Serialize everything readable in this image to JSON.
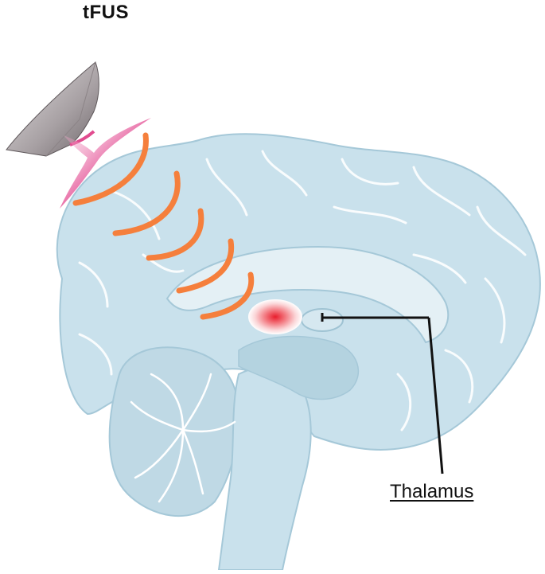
{
  "title": "tFUS",
  "label": "Thalamus",
  "colors": {
    "brain_fill": "#c9e1ec",
    "brain_stroke": "#a5c8d8",
    "gyri_lines": "#ffffff",
    "inner_structures": "#b4d3e0",
    "wave": "#f57f3c",
    "beam": "#e65c9c",
    "focus": "#ee2a36",
    "transducer": "#bcb6b8",
    "leader_line": "#111111"
  },
  "icons": {
    "transducer": "ultrasound-transducer-icon",
    "waves": "ultrasound-wave-arcs",
    "focus": "focal-spot"
  }
}
